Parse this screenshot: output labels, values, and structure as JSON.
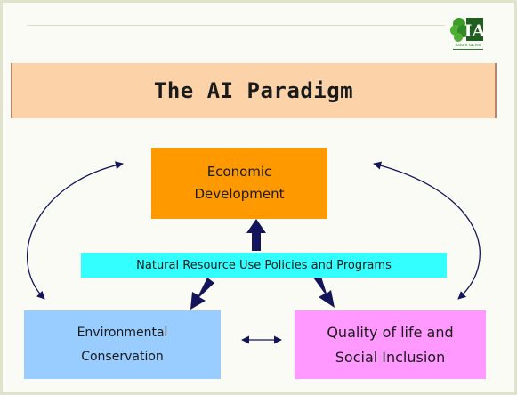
{
  "title": "The AI Paradigm",
  "logo": {
    "text": "IA",
    "caption": "nature sacred"
  },
  "nodes": {
    "economic": [
      "Economic",
      "Development"
    ],
    "natural_resource": "Natural Resource Use Policies and Programs",
    "environmental": [
      "Environmental",
      "Conservation"
    ],
    "quality": [
      "Quality of life and",
      "Social Inclusion"
    ]
  },
  "colors": {
    "title_bg": "#fcd3a8",
    "economic": "#ff9900",
    "natural_resource": "#33ffff",
    "environmental": "#99ccff",
    "quality": "#ff99ff",
    "arrow": "#14145a"
  }
}
